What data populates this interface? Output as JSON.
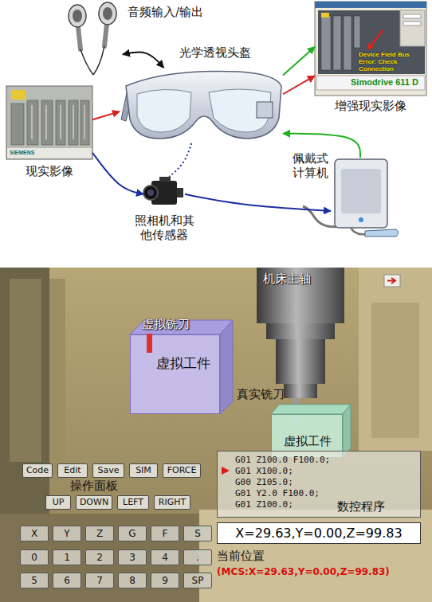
{
  "diagram": {
    "nodes": [
      {
        "text": [
          "音频输入/输出"
        ]
      },
      {
        "text": [
          "光学透视头盔"
        ]
      },
      {
        "text": [
          "现实影像"
        ]
      },
      {
        "text": [
          "增强现实影像"
        ]
      },
      {
        "text": [
          "佩戴式计算机"
        ]
      },
      {
        "text": [
          "照相机和其他传感器"
        ]
      },
      {
        "text": [
          "虚拟工件"
        ]
      },
      {
        "text": [
          "虚拟工件"
        ]
      },
      {
        "text": [
          "Code"
        ]
      },
      {
        "text": [
          "Edit"
        ]
      },
      {
        "text": [
          "Save"
        ]
      },
      {
        "text": [
          "SIM"
        ]
      },
      {
        "text": [
          "FORCE"
        ]
      },
      {
        "text": [
          "UP"
        ]
      },
      {
        "text": [
          "DOWN"
        ]
      },
      {
        "text": [
          "LEFT"
        ]
      },
      {
        "text": [
          "RIGHT"
        ]
      },
      {
        "text": [
          "G01 Z100.0 F100.0;",
          "G01 X100.0;",
          "G00 Z105.0;",
          "G01 Y2.0 F100.0;",
          "G01 Z100.0;",
          "数控程序"
        ]
      },
      {
        "text": [
          "X=29.63,Y=0.00,Z=99.83"
        ]
      },
      {
        "text": [
          "X"
        ]
      },
      {
        "text": [
          "Y"
        ]
      },
      {
        "text": [
          "Z"
        ]
      },
      {
        "text": [
          "G"
        ]
      },
      {
        "text": [
          "F"
        ]
      },
      {
        "text": [
          "S"
        ]
      },
      {
        "text": [
          "0"
        ]
      },
      {
        "text": [
          "1"
        ]
      },
      {
        "text": [
          "2"
        ]
      },
      {
        "text": [
          "3"
        ]
      },
      {
        "text": [
          "4"
        ]
      },
      {
        "text": [
          "."
        ]
      },
      {
        "text": [
          "5"
        ]
      },
      {
        "text": [
          "6"
        ]
      },
      {
        "text": [
          "7"
        ]
      },
      {
        "text": [
          "8"
        ]
      },
      {
        "text": [
          "9"
        ]
      },
      {
        "text": [
          "SP"
        ]
      }
    ],
    "edges": [
      {
        "from": 0,
        "to": 1,
        "arrow": "both"
      },
      {
        "from": 2,
        "to": 1,
        "arrow": "to"
      },
      {
        "from": 1,
        "to": 3,
        "arrow": "to"
      },
      {
        "from": 1,
        "to": 3,
        "arrow": "to"
      },
      {
        "from": 4,
        "to": 1,
        "arrow": "to"
      },
      {
        "from": 2,
        "to": 5,
        "arrow": "to"
      },
      {
        "from": 5,
        "to": 4,
        "arrow": "to"
      },
      {
        "from": 1,
        "to": 5,
        "arrow": "none"
      }
    ],
    "labels": [
      "Device Field Bus Error: Check Connection",
      "Simodrive 611 D",
      "SIEMENS",
      "机床主轴",
      "虚拟铣刀",
      "真实铣刀",
      "操作面板",
      "当前位置",
      "(MCS:X=29.63,Y=0.00,Z=99.83)"
    ]
  }
}
